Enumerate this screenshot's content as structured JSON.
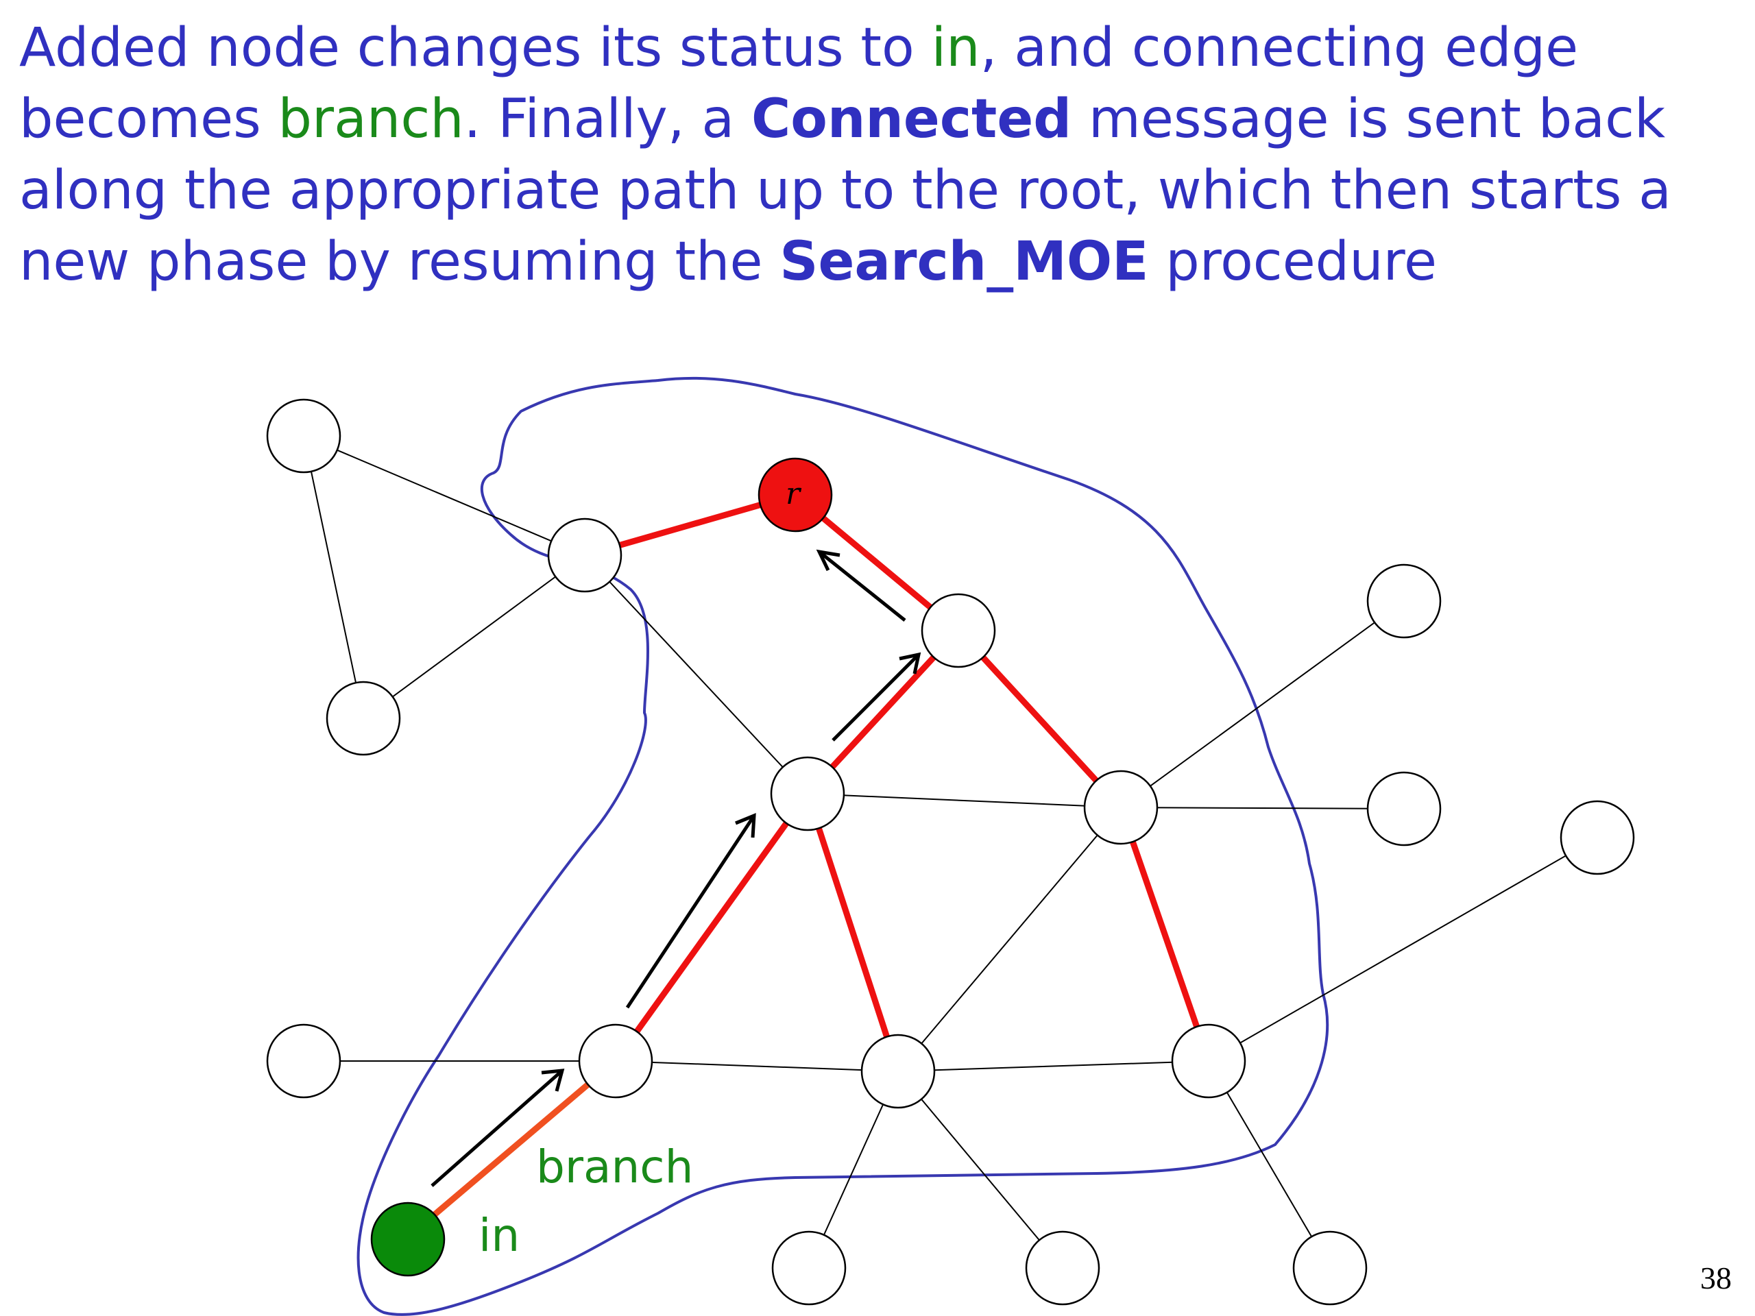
{
  "slide": {
    "line1_a": "Added node changes its status to ",
    "line1_in": "in",
    "line1_b": ", and connecting edge",
    "line2_a": "becomes ",
    "line2_branch": "branch",
    "line2_b": ". Finally, a ",
    "line2_connected": "Connected",
    "line2_c": " message is sent back",
    "line3": "along the appropriate path up to the root, which then starts a",
    "line4_a": "new phase by resuming the ",
    "line4_search": "Search_MOE",
    "line4_b": " procedure"
  },
  "diagram": {
    "root_label": "r",
    "branch_label": "branch",
    "in_label": "in",
    "colors": {
      "text": "#3030c0",
      "highlight_text": "#1a8a1a",
      "tree_edge": "#ee1111",
      "new_branch_edge": "#f05020",
      "root_node": "#ee1111",
      "added_node": "#0a8a0a",
      "fragment_outline": "#3838b0"
    }
  },
  "page_number": "38"
}
